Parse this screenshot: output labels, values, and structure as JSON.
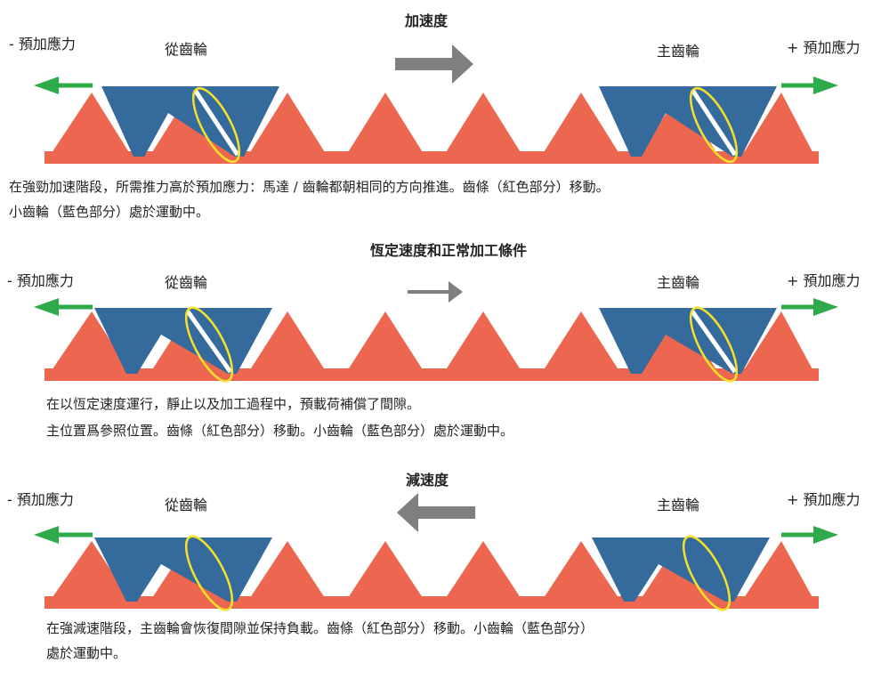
{
  "colors": {
    "rack": "#ec6650",
    "pinion": "#356b9c",
    "ring": "#f5e12a",
    "arrow_gray": "#7f7f7f",
    "arrow_green": "#2faa4a"
  },
  "panels": [
    {
      "title": "加速度",
      "left_preload": "- 預加應力",
      "right_preload": "+ 預加應力",
      "left_gear": "從齒輪",
      "right_gear": "主齒輪",
      "motion": "right",
      "caption_line1": "在強勁加速階段，所需推力高於預加應力：馬達 / 齒輪都朝相同的方向推進。齒條（紅色部分）移動。",
      "caption_line2": "小齒輪（藍色部分）處於運動中。"
    },
    {
      "title": "恆定速度和正常加工條件",
      "left_preload": "- 預加應力",
      "right_preload": "+ 預加應力",
      "left_gear": "從齒輪",
      "right_gear": "主齒輪",
      "motion": "right",
      "caption_line1": "在以恆定速度運行，靜止以及加工過程中，預載荷補償了間隙。",
      "caption_line2": "主位置爲參照位置。齒條（紅色部分）移動。小齒輪（藍色部分）處於運動中。"
    },
    {
      "title": "減速度",
      "left_preload": "- 預加應力",
      "right_preload": "+ 預加應力",
      "left_gear": "從齒輪",
      "right_gear": "主齒輪",
      "motion": "left",
      "caption_line1": "在強減速階段，主齒輪會恢復間隙並保持負載。齒條（紅色部分）移動。小齒輪（藍色部分）",
      "caption_line2": "處於運動中。"
    }
  ]
}
